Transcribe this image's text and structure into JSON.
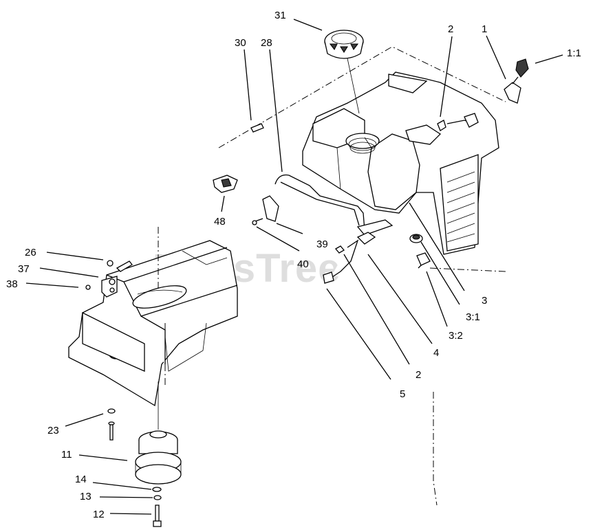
{
  "watermark": "PartsTree",
  "callouts": [
    {
      "id": "c-1",
      "text": "1"
    },
    {
      "id": "c-1-1",
      "text": "1:1"
    },
    {
      "id": "c-2a",
      "text": "2"
    },
    {
      "id": "c-2b",
      "text": "2"
    },
    {
      "id": "c-3",
      "text": "3"
    },
    {
      "id": "c-3-1",
      "text": "3:1"
    },
    {
      "id": "c-3-2",
      "text": "3:2"
    },
    {
      "id": "c-4",
      "text": "4"
    },
    {
      "id": "c-5",
      "text": "5"
    },
    {
      "id": "c-11",
      "text": "11"
    },
    {
      "id": "c-12",
      "text": "12"
    },
    {
      "id": "c-13",
      "text": "13"
    },
    {
      "id": "c-14",
      "text": "14"
    },
    {
      "id": "c-23",
      "text": "23"
    },
    {
      "id": "c-26",
      "text": "26"
    },
    {
      "id": "c-28",
      "text": "28"
    },
    {
      "id": "c-30",
      "text": "30"
    },
    {
      "id": "c-31",
      "text": "31"
    },
    {
      "id": "c-37",
      "text": "37"
    },
    {
      "id": "c-38",
      "text": "38"
    },
    {
      "id": "c-39",
      "text": "39"
    },
    {
      "id": "c-40",
      "text": "40"
    },
    {
      "id": "c-48",
      "text": "48"
    }
  ]
}
